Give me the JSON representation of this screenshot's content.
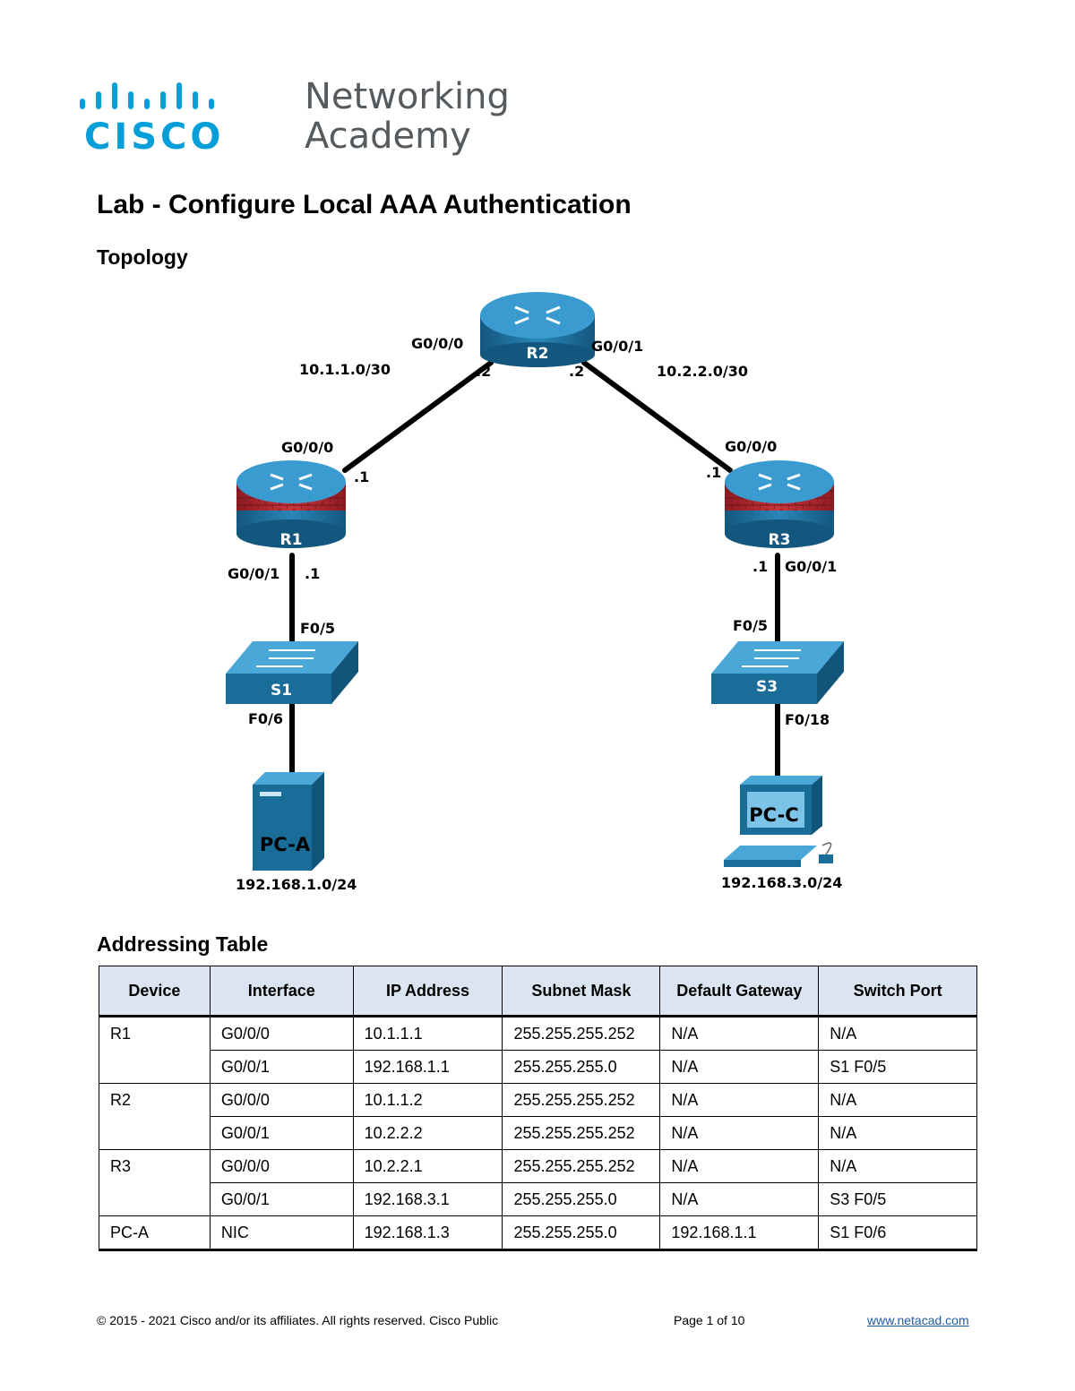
{
  "logo": {
    "cisco": "CISCO",
    "line1": "Networking",
    "line2": "Academy"
  },
  "title": "Lab - Configure Local AAA Authentication",
  "topology_heading": "Topology",
  "topology": {
    "nets": {
      "left": "10.1.1.0/30",
      "right": "10.2.2.0/30"
    },
    "r2": {
      "name": "R2",
      "g000": "G0/0/0",
      "g001": "G0/0/1",
      "dot_left": ".2",
      "dot_right": ".2"
    },
    "r1": {
      "name": "R1",
      "g000": "G0/0/0",
      "dot_up": ".1",
      "g001": "G0/0/1",
      "dot_down": ".1"
    },
    "r3": {
      "name": "R3",
      "g000": "G0/0/0",
      "dot_up": ".1",
      "g001": "G0/0/1",
      "dot_down": ".1"
    },
    "s1": {
      "name": "S1",
      "up_port": "F0/5",
      "down_port": "F0/6"
    },
    "s3": {
      "name": "S3",
      "up_port": "F0/5",
      "down_port": "F0/18"
    },
    "pca": {
      "name": "PC-A",
      "net": "192.168.1.0/24"
    },
    "pcc": {
      "name": "PC-C",
      "net": "192.168.3.0/24"
    }
  },
  "table_heading": "Addressing Table",
  "table": {
    "headers": [
      "Device",
      "Interface",
      "IP Address",
      "Subnet Mask",
      "Default Gateway",
      "Switch Port"
    ],
    "rows": [
      [
        "R1",
        "G0/0/0",
        "10.1.1.1",
        "255.255.255.252",
        "N/A",
        "N/A"
      ],
      [
        "",
        "G0/0/1",
        "192.168.1.1",
        "255.255.255.0",
        "N/A",
        "S1 F0/5"
      ],
      [
        "R2",
        "G0/0/0",
        "10.1.1.2",
        "255.255.255.252",
        "N/A",
        "N/A"
      ],
      [
        "",
        "G0/0/1",
        "10.2.2.2",
        "255.255.255.252",
        "N/A",
        "N/A"
      ],
      [
        "R3",
        "G0/0/0",
        "10.2.2.1",
        "255.255.255.252",
        "N/A",
        "N/A"
      ],
      [
        "",
        "G0/0/1",
        "192.168.3.1",
        "255.255.255.0",
        "N/A",
        "S3 F0/5"
      ],
      [
        "PC-A",
        "NIC",
        "192.168.1.3",
        "255.255.255.0",
        "192.168.1.1",
        "S1 F0/6"
      ]
    ]
  },
  "footer": {
    "copyright": "© 2015 - 2021 Cisco and/or its affiliates. All rights reserved. Cisco Public",
    "page": "Page 1 of 10",
    "link": "www.netacad.com"
  },
  "colors": {
    "cisco_blue": "#049fd9",
    "device_blue": "#1b6d99",
    "firewall_red": "#b3262d",
    "header_fill": "#dbe5f1"
  }
}
